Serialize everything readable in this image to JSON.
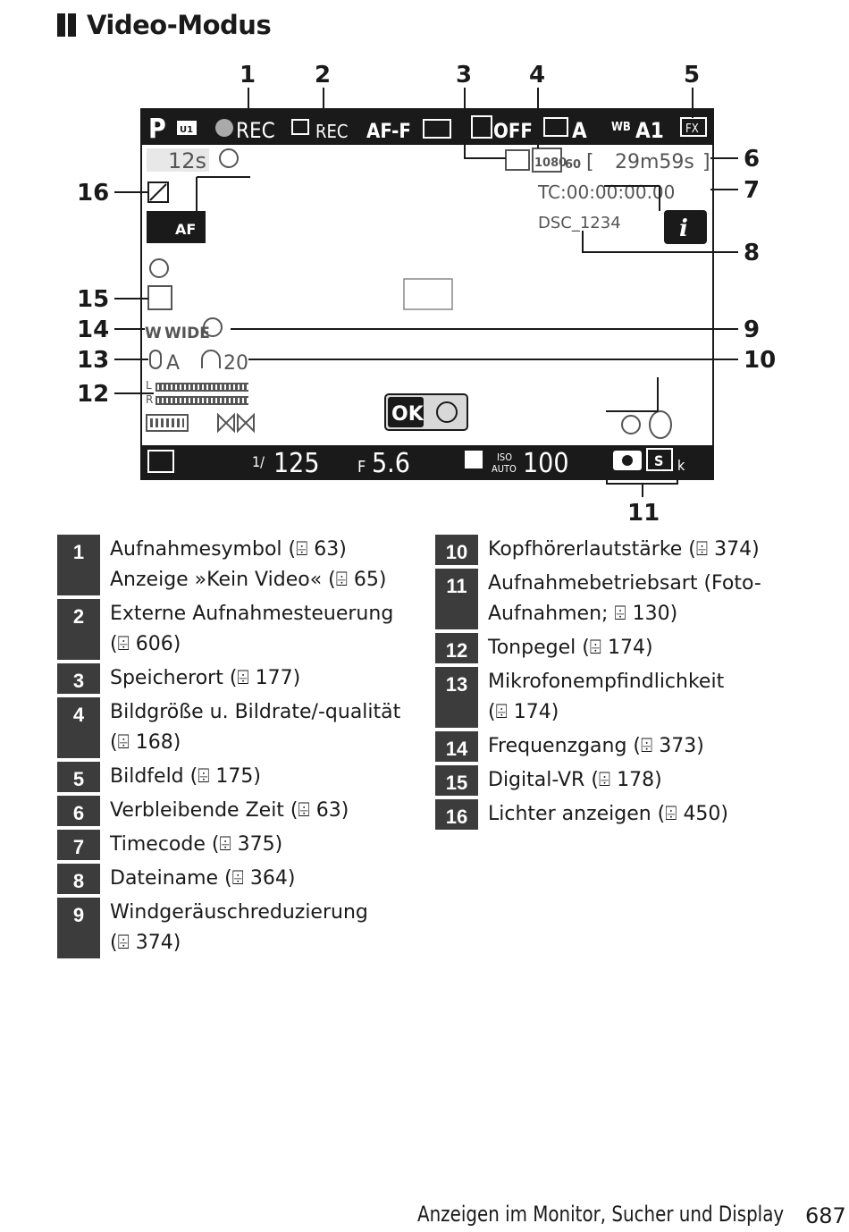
{
  "heading": {
    "title": "Video-Modus"
  },
  "figure": {
    "callouts": [
      "1",
      "2",
      "3",
      "4",
      "5",
      "6",
      "7",
      "8",
      "9",
      "10",
      "11",
      "12",
      "13",
      "14",
      "15",
      "16"
    ],
    "screen": {
      "shooting_mode": "P",
      "user_setting": "U1",
      "rec": "REC",
      "ext_rec": "REC",
      "af_mode": "AF-F",
      "d_lighting": "OFF",
      "picture_control": "A",
      "wb_label": "WB",
      "wb_value": "A1",
      "image_area": "FX",
      "bracket_time": "12s",
      "frame_size": "1080",
      "frame_rate": "60",
      "remaining_time": "29m59s",
      "timecode": "TC:00:00:00.00",
      "filename": "DSC_1234",
      "af_area": "AF",
      "freq_response": "WIDE",
      "mic_sens": "A",
      "headphone_vol": "20",
      "level_l": "L",
      "level_r": "R",
      "ok_label": "OK",
      "shutter_prefix": "1/",
      "shutter_value": "125",
      "aperture_prefix": "F",
      "aperture_value": "5.6",
      "iso_top": "ISO",
      "iso_bottom": "AUTO",
      "iso_value": "100",
      "release_mode": "S",
      "info": "i",
      "k_label": "k"
    }
  },
  "legend_left": [
    {
      "num": "1",
      "lines": [
        "Aufnahmesymbol (⌹ 63)",
        "Anzeige »Kein Video« (⌹ 65)"
      ]
    },
    {
      "num": "2",
      "lines": [
        "Externe Aufnahmesteuerung",
        "(⌹ 606)"
      ]
    },
    {
      "num": "3",
      "lines": [
        "Speicherort (⌹ 177)"
      ]
    },
    {
      "num": "4",
      "lines": [
        "Bildgröße u. Bildrate/-qualität",
        "(⌹ 168)"
      ]
    },
    {
      "num": "5",
      "lines": [
        "Bildfeld (⌹ 175)"
      ]
    },
    {
      "num": "6",
      "lines": [
        "Verbleibende Zeit (⌹ 63)"
      ]
    },
    {
      "num": "7",
      "lines": [
        "Timecode (⌹ 375)"
      ]
    },
    {
      "num": "8",
      "lines": [
        "Dateiname (⌹ 364)"
      ]
    },
    {
      "num": "9",
      "lines": [
        "Windgeräuschreduzierung",
        "(⌹ 374)"
      ]
    }
  ],
  "legend_right": [
    {
      "num": "10",
      "lines": [
        "Kopfhörerlautstärke (⌹ 374)"
      ]
    },
    {
      "num": "11",
      "lines": [
        "Aufnahmebetriebsart (Foto-",
        "Aufnahmen; ⌹ 130)"
      ]
    },
    {
      "num": "12",
      "lines": [
        "Tonpegel (⌹ 174)"
      ]
    },
    {
      "num": "13",
      "lines": [
        "Mikrofonempfindlichkeit",
        "(⌹ 174)"
      ]
    },
    {
      "num": "14",
      "lines": [
        "Frequenzgang (⌹ 373)"
      ]
    },
    {
      "num": "15",
      "lines": [
        "Digital-VR (⌹ 178)"
      ]
    },
    {
      "num": "16",
      "lines": [
        "Lichter anzeigen (⌹ 450)"
      ]
    }
  ],
  "footer": {
    "title": "Anzeigen im Monitor, Sucher und Display",
    "page": "687"
  }
}
